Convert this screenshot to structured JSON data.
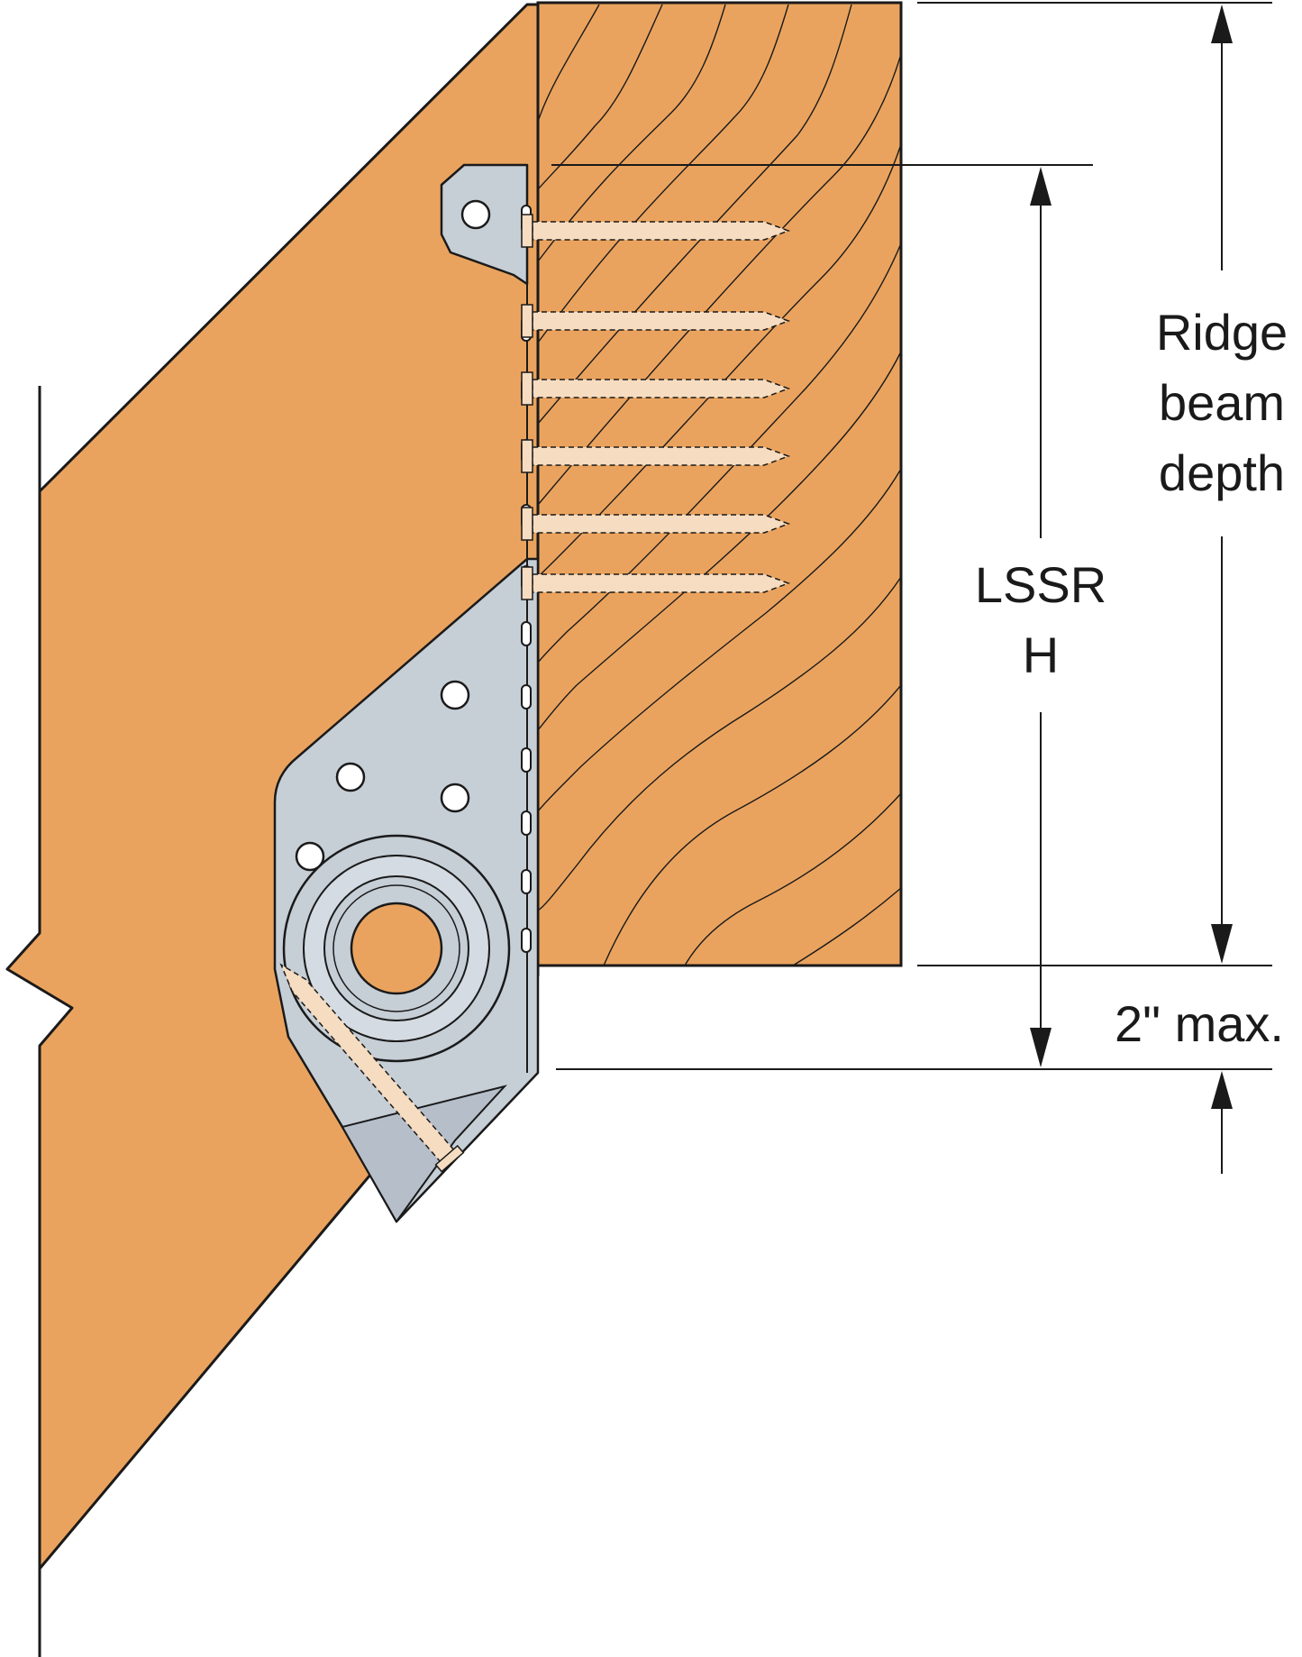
{
  "figure": {
    "labels": {
      "ridge_line1": "Ridge",
      "ridge_line2": "beam",
      "ridge_line3": "depth",
      "model_line1": "LSSR",
      "model_line2": "H",
      "max_offset": "2\" max."
    },
    "colors": {
      "wood": "#eaa35e",
      "connector": "#c6ced6",
      "line": "#1a1a1a",
      "fastener": "#f6dcc0"
    }
  }
}
